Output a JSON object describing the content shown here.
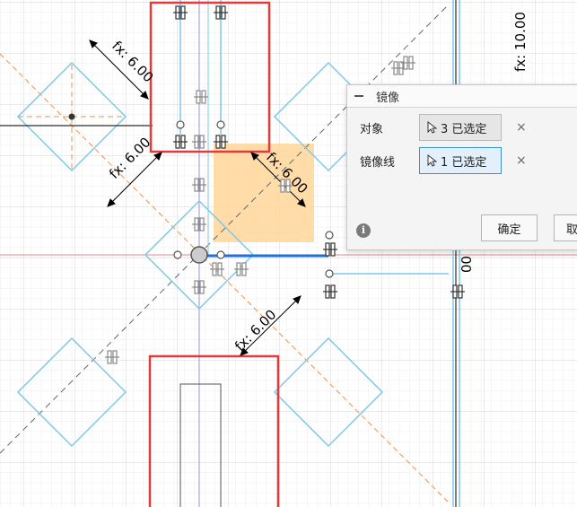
{
  "dialog": {
    "title": "镜像",
    "objects_label": "对象",
    "objects_value": "3 已选定",
    "mirror_line_label": "镜像线",
    "mirror_line_value": "1 已选定",
    "clear_symbol": "×",
    "info_symbol": "i",
    "ok_label": "确定",
    "cancel_label": "取"
  },
  "dimensions": {
    "d1": "fx: 6.00",
    "d2": "fx: 6.00",
    "d3": "fx: 6.00",
    "d4": "fx: 6.00",
    "d5": "fx: 10.00",
    "d6": "00"
  },
  "colors": {
    "sketch_line": "#7ec8e8",
    "selected": "#e63a3a",
    "highlight": "#ffd699",
    "construction": "#e0955a"
  }
}
